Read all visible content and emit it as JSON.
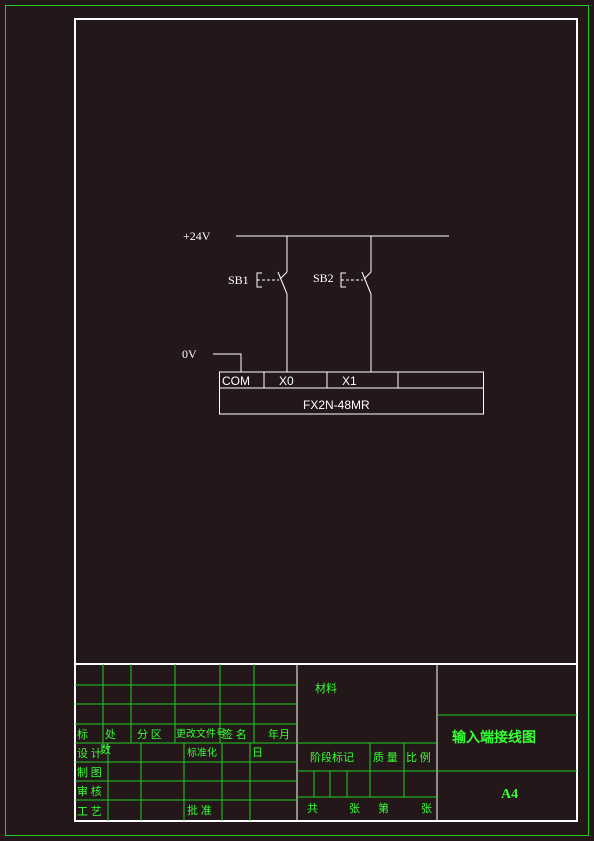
{
  "circuit": {
    "supply_label": "+24V",
    "zero_label": "0V",
    "switches": [
      "SB1",
      "SB2"
    ],
    "terminals": [
      "COM",
      "X0",
      "X1"
    ],
    "plc_model": "FX2N-48MR"
  },
  "title_block": {
    "material": "材料",
    "drawing_title": "输入端接线图",
    "paper_size": "A4",
    "rev_headers": [
      "标",
      "处",
      "分 区",
      "更改文件号",
      "签 名",
      "年月"
    ],
    "row_labels": [
      "设 计",
      "制 图",
      "审 核",
      "工 艺"
    ],
    "design_sign_suffix": "数",
    "standardization": "标准化",
    "date_label": "日",
    "approval": "批 准",
    "stage_mark": "阶段标记",
    "weight": "质 量",
    "scale": "比 例",
    "total_label": "共",
    "sheets_label": "张",
    "sheet_no_label": "第",
    "sheet_suffix": "张"
  }
}
